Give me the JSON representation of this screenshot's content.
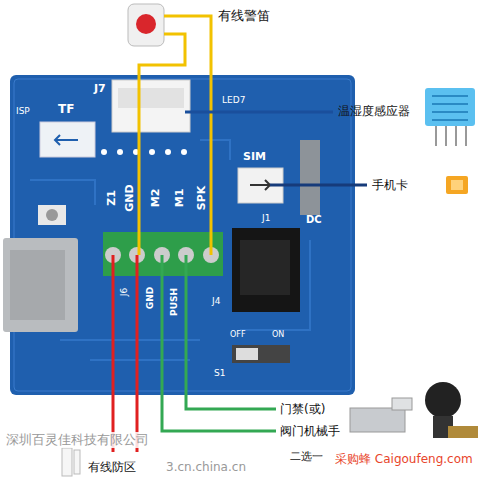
{
  "diagram": {
    "labels": [
      "有线警笛",
      "温湿度感应器",
      "手机卡",
      "门禁(或)",
      "阀门机械手",
      "二选一",
      "有线防区",
      "ISP",
      "TF",
      "J7",
      "LED7",
      "SIM",
      "Z1",
      "GND",
      "M2",
      "M1",
      "SPK",
      "DC",
      "J1",
      "J6",
      "GND",
      "PUSH",
      "J4",
      "S1",
      "OFF",
      "ON",
      "深圳百灵佳科技有限公司",
      "3.cn.china.cn",
      "采购蜂 Caigoufeng.com"
    ]
  }
}
